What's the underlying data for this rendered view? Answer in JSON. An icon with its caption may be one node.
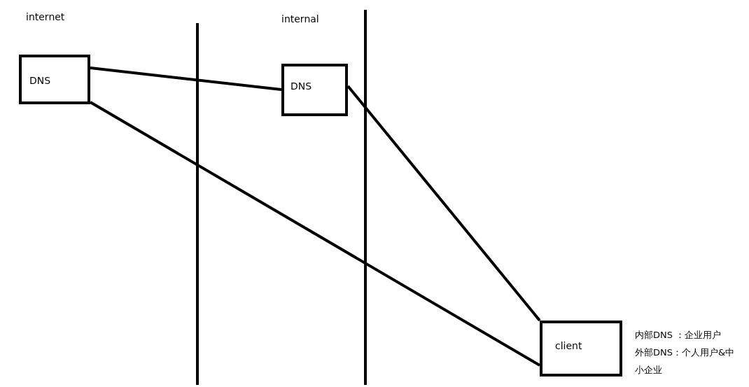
{
  "diagram": {
    "nodes": [
      {
        "text": [
          "DNS"
        ]
      },
      {
        "text": [
          "DNS"
        ]
      },
      {
        "text": [
          "client"
        ],
        "beside": [
          "内部DNS ：企业用户",
          "外部DNS：个人用户&中小企业"
        ]
      }
    ],
    "edges": [
      {
        "from": 0,
        "to": 1,
        "arrow": "none"
      },
      {
        "from": 0,
        "to": 2,
        "arrow": "none"
      },
      {
        "from": 1,
        "to": 2,
        "arrow": "none"
      }
    ],
    "labels": [
      "internet",
      "internal"
    ]
  }
}
